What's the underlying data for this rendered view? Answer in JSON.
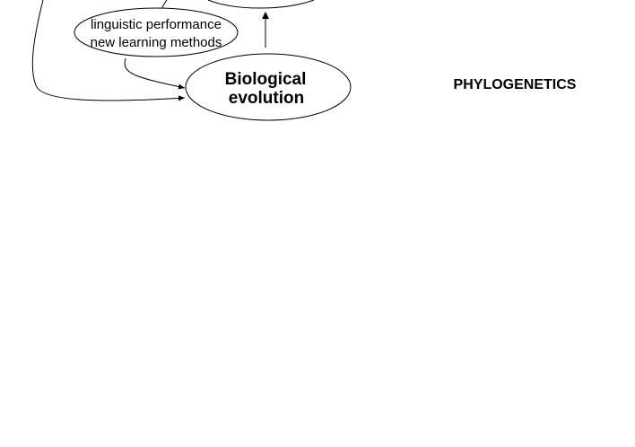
{
  "nodes": {
    "linguistic": {
      "line1": "linguistic performance",
      "line2": "new learning methods"
    },
    "biological": {
      "line1": "Biological",
      "line2": "evolution"
    }
  },
  "side_label": "PHYLOGENETICS",
  "colors": {
    "stroke": "#000000",
    "background": "#ffffff"
  }
}
